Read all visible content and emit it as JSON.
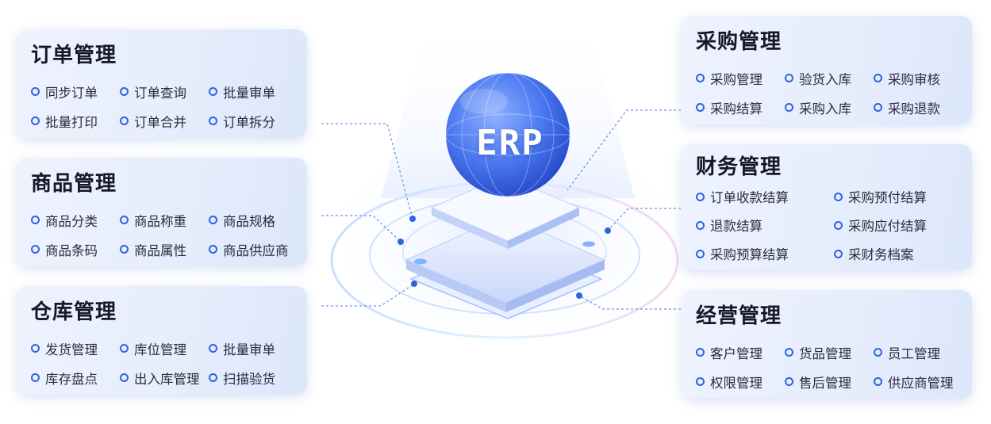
{
  "center_label": "ERP",
  "modules": {
    "order": {
      "title": "订单管理",
      "rows": [
        [
          "同步订单",
          "订单查询",
          "批量审单"
        ],
        [
          "批量打印",
          "订单合并",
          "订单拆分"
        ]
      ]
    },
    "goods": {
      "title": "商品管理",
      "rows": [
        [
          "商品分类",
          "商品称重",
          "商品规格"
        ],
        [
          "商品条码",
          "商品属性",
          "商品供应商"
        ]
      ]
    },
    "warehouse": {
      "title": "仓库管理",
      "rows": [
        [
          "发货管理",
          "库位管理",
          "批量审单"
        ],
        [
          "库存盘点",
          "出入库管理",
          "扫描验货"
        ]
      ]
    },
    "purchase": {
      "title": "采购管理",
      "rows": [
        [
          "采购管理",
          "验货入库",
          "采购审核"
        ],
        [
          "采购结算",
          "采购入库",
          "采购退款"
        ]
      ]
    },
    "finance": {
      "title": "财务管理",
      "rows": [
        [
          "订单收款结算",
          "采购预付结算"
        ],
        [
          "退款结算",
          "采购应付结算"
        ],
        [
          "采购预算结算",
          "采财务档案"
        ]
      ]
    },
    "operation": {
      "title": "经营管理",
      "rows": [
        [
          "客户管理",
          "货品管理",
          "员工管理"
        ],
        [
          "权限管理",
          "售后管理",
          "供应商管理"
        ]
      ]
    }
  },
  "colors": {
    "accent": "#2f63e2",
    "card_bg": "#e6edfc",
    "title": "#16182a"
  }
}
